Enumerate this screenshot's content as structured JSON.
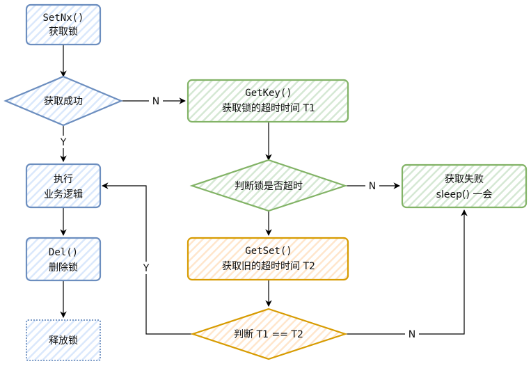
{
  "nodes": {
    "setnx": {
      "line1": "SetNx()",
      "line2": "获取锁"
    },
    "success_check": {
      "label": "获取成功"
    },
    "exec": {
      "line1": "执行",
      "line2": "业务逻辑"
    },
    "del": {
      "line1": "Del()",
      "line2": "删除锁"
    },
    "release": {
      "label": "释放锁"
    },
    "getkey": {
      "line1": "GetKey()",
      "line2": "获取锁的超时时间 T1"
    },
    "timeout_check": {
      "label": "判断锁是否超时"
    },
    "fail": {
      "line1": "获取失败",
      "line2": "sleep() 一会"
    },
    "getset": {
      "line1": "GetSet()",
      "line2": "获取旧的超时时间 T2"
    },
    "compare": {
      "label": "判断 T1 == T2"
    }
  },
  "edges": {
    "success_no": "N",
    "success_yes": "Y",
    "timeout_no": "N",
    "compare_yes": "Y",
    "compare_no": "N"
  },
  "colors": {
    "blue_stroke": "#6c8ebf",
    "blue_fill": "#dae8fc",
    "green_stroke": "#82b366",
    "green_fill": "#d5e8d4",
    "orange_stroke": "#d79b00",
    "orange_fill": "#ffe6cc"
  }
}
